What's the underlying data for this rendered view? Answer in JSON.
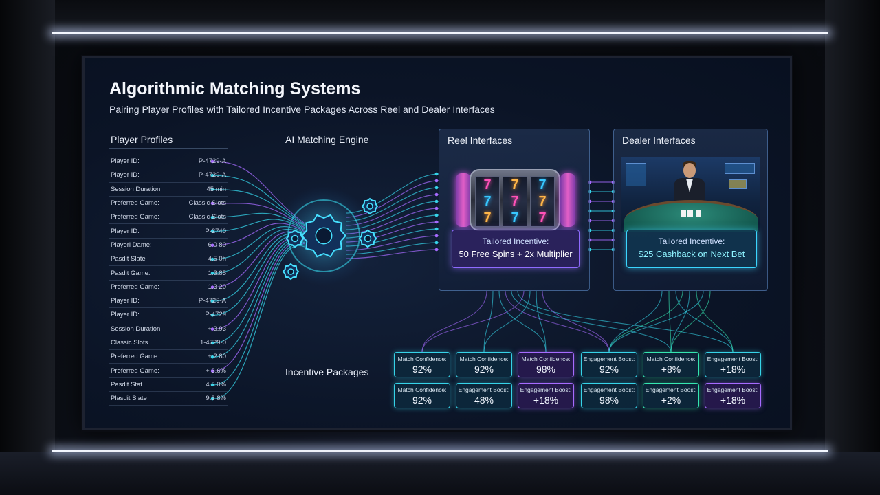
{
  "title": "Algorithmic Matching Systems",
  "subtitle": "Pairing Player Profiles with Tailored Incentive Packages Across Reel and Dealer Interfaces",
  "columns": {
    "player_profiles": "Player Profiles",
    "engine": "AI Matching Engine",
    "incentives": "Incentive Packages"
  },
  "profiles": [
    {
      "label": "Player ID:",
      "value": "P-4729-A"
    },
    {
      "label": "Player ID:",
      "value": "P-4729-A"
    },
    {
      "label": "Session Duration",
      "value": "45 min"
    },
    {
      "label": "Preferred Game:",
      "value": "Classic Slots"
    },
    {
      "label": "Preferred Game:",
      "value": "Classic Slots"
    },
    {
      "label": "Player ID:",
      "value": "P-2740"
    },
    {
      "label": "Playerl Dame:",
      "value": "6 0 80"
    },
    {
      "label": "Pasdit Slate",
      "value": "4.5 0h"
    },
    {
      "label": "Pasdit Game:",
      "value": "1.3.85"
    },
    {
      "label": "Preferred Game:",
      "value": "1.3 20"
    },
    {
      "label": "Player ID:",
      "value": "P-4729-A"
    },
    {
      "label": "Player ID:",
      "value": "P-4729"
    },
    {
      "label": "Session Duration",
      "value": "+ 3.93"
    },
    {
      "label": "Classic Slots",
      "value": "1-4729-0"
    },
    {
      "label": "Preferred Game:",
      "value": "+ 2.80"
    },
    {
      "label": "Preferred Game:",
      "value": "+ 3.6%"
    },
    {
      "label": "Pasdit Stat",
      "value": "4.3.0%"
    },
    {
      "label": "Plasdit Slate",
      "value": "9.3 8%"
    }
  ],
  "reel": {
    "title": "Reel Interfaces",
    "incentive_label": "Tailored Incentive:",
    "incentive_value": "50 Free Spins + 2x Multiplier"
  },
  "dealer": {
    "title": "Dealer Interfaces",
    "incentive_label": "Tailored Incentive:",
    "incentive_value": "$25 Cashback on Next Bet"
  },
  "metrics": [
    {
      "label": "Match Confidence:",
      "value": "92%",
      "style": "cyan"
    },
    {
      "label": "Match Confidence:",
      "value": "92%",
      "style": "cyan"
    },
    {
      "label": "Match Confidence:",
      "value": "98%",
      "style": "purple"
    },
    {
      "label": "Engagement Boost:",
      "value": "92%",
      "style": "cyan"
    },
    {
      "label": "Match Confidence:",
      "value": "+8%",
      "style": "green"
    },
    {
      "label": "Engagement Boost:",
      "value": "+18%",
      "style": "cyan"
    },
    {
      "label": "Match Confidence:",
      "value": "92%",
      "style": "cyan"
    },
    {
      "label": "Engagement Boost:",
      "value": "48%",
      "style": "cyan"
    },
    {
      "label": "Engagement Boost:",
      "value": "+18%",
      "style": "purple"
    },
    {
      "label": "Engagement Boost:",
      "value": "98%",
      "style": "cyan"
    },
    {
      "label": "Engagement Boost:",
      "value": "+2%",
      "style": "green"
    },
    {
      "label": "Engagement Boost:",
      "value": "+18%",
      "style": "purple"
    }
  ],
  "colors": {
    "cyan": "#36d3e8",
    "purple": "#a66bff",
    "green": "#35e6b0",
    "background": "#0b1426"
  }
}
